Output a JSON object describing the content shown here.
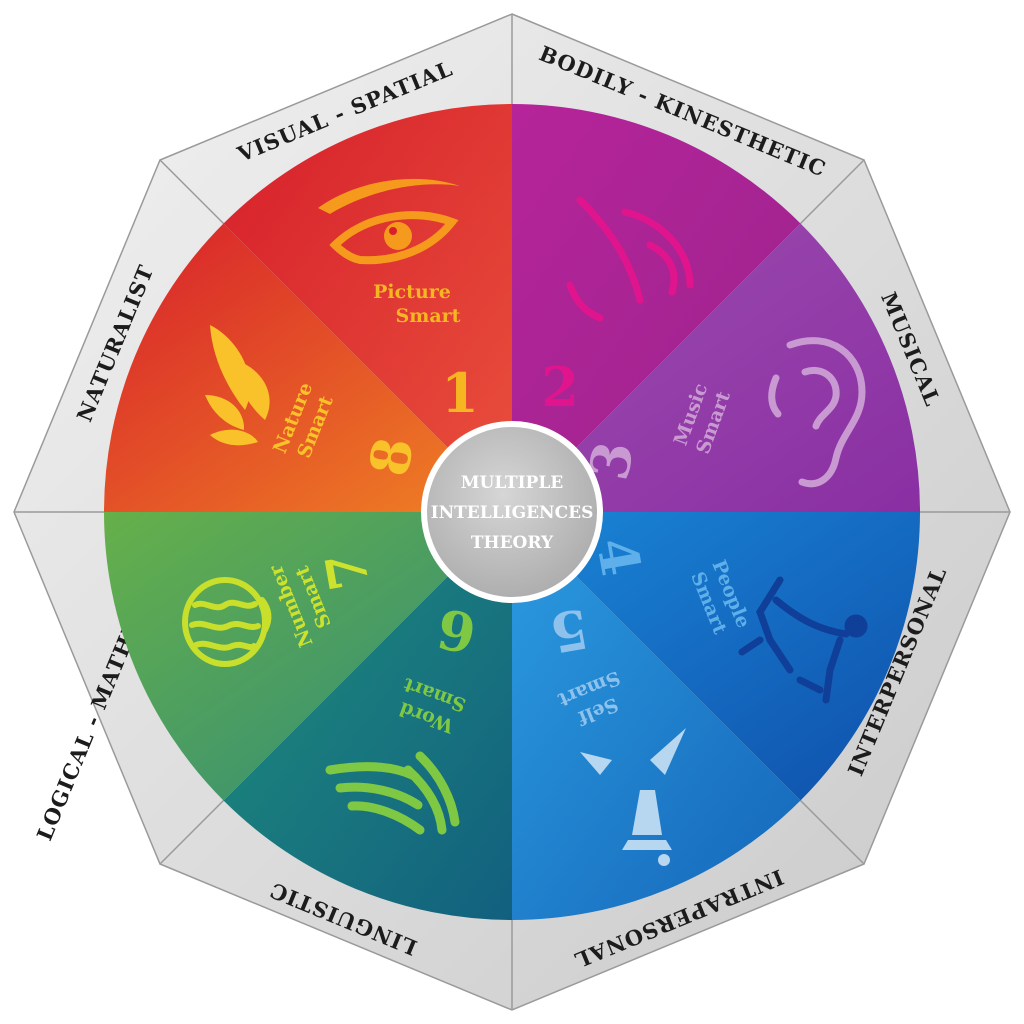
{
  "center": {
    "line1": "MULTIPLE",
    "line2": "INTELLIGENCES",
    "line3": "THEORY"
  },
  "ring_labels": {
    "bodily": "BODILY - KINESTHETIC",
    "musical": "MUSICAL",
    "interpersonal": "INTERPERSONAL",
    "intrapersonal": "INTRAPERSONAL",
    "linguistic": "LINGUISTIC",
    "logical": "LOGICAL - MATHEMATICAL",
    "naturalist": "NATURALIST",
    "visual": "VISUAL - SPATIAL"
  },
  "segments": [
    {
      "key": "picture",
      "number": "1",
      "line1": "Picture",
      "line2": "Smart",
      "icon": "eye-icon",
      "color_a": "#d9202a",
      "color_b": "#e8473a",
      "text_color": "#f5b622"
    },
    {
      "key": "body",
      "number": "2",
      "line1": "",
      "line2": "",
      "icon": "hand-icon",
      "color_a": "#a1238f",
      "color_b": "#b52a96",
      "text_color": "#e0158e"
    },
    {
      "key": "music",
      "number": "3",
      "line1": "Music",
      "line2": "Smart",
      "icon": "ear-icon",
      "color_a": "#8f3aa6",
      "color_b": "#9b49ad",
      "text_color": "#c99ad2"
    },
    {
      "key": "people",
      "number": "4",
      "line1": "People",
      "line2": "Smart",
      "icon": "people-icon",
      "color_a": "#1257b3",
      "color_b": "#1a79cf",
      "text_color": "#5fb0ea"
    },
    {
      "key": "self",
      "number": "5",
      "line1": "Self",
      "line2": "Smart",
      "icon": "self-icon",
      "color_a": "#1677c4",
      "color_b": "#2590d6",
      "text_color": "#8ec2ec"
    },
    {
      "key": "word",
      "number": "6",
      "line1": "Word",
      "line2": "Smart",
      "icon": "book-icon",
      "color_a": "#157a86",
      "color_b": "#1e8b7e",
      "text_color": "#7ec843"
    },
    {
      "key": "number",
      "number": "7",
      "line1": "Number",
      "line2": "Smart",
      "icon": "brain-icon",
      "color_a": "#3f9a66",
      "color_b": "#62ae4a",
      "text_color": "#cde22e"
    },
    {
      "key": "nature",
      "number": "8",
      "line1": "Nature",
      "line2": "Smart",
      "icon": "leaf-icon",
      "color_a": "#e03a25",
      "color_b": "#ee7a23",
      "text_color": "#f9c12a"
    }
  ],
  "colors": {
    "frame": "#d8d8d8",
    "frame_stroke": "#9a9a9a",
    "hub": "#bdbdbd"
  }
}
